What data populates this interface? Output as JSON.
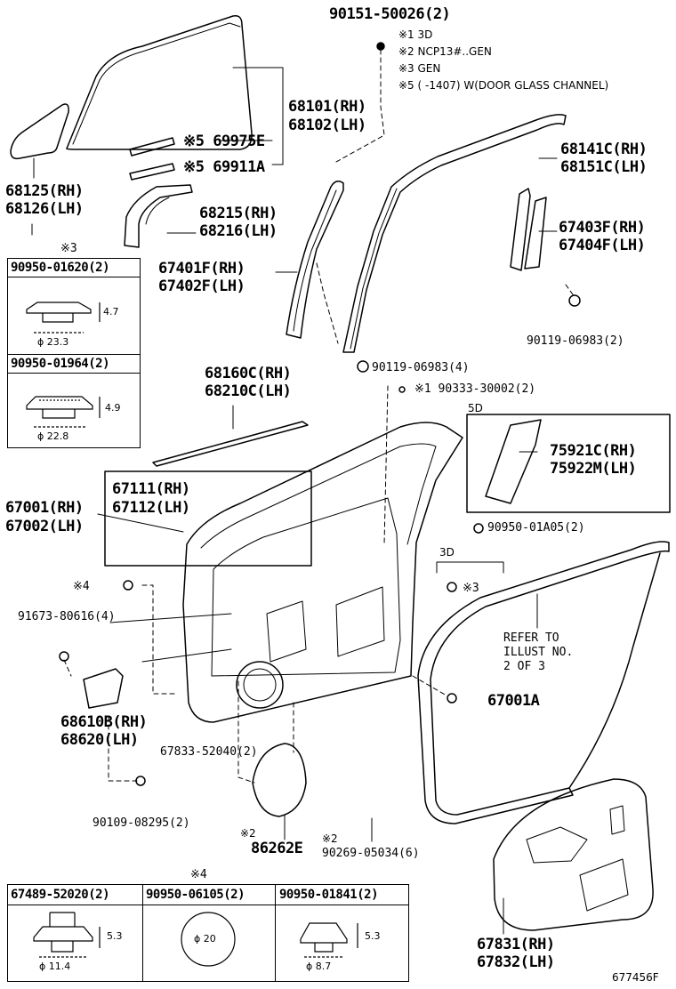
{
  "labels": {
    "p90151": "90151-50026(2)",
    "note1": "※1 3D",
    "note2": "※2 NCP13#..GEN",
    "note3": "※3 GEN",
    "note5": "※5 (      -1407) W(DOOR GLASS CHANNEL)",
    "p68101": "68101(RH)",
    "p68102": "68102(LH)",
    "p69975": "※5 69975E",
    "p69911": "※5 69911A",
    "p68141": "68141C(RH)",
    "p68151": "68151C(LH)",
    "p68125": "68125(RH)",
    "p68126": "68126(LH)",
    "p68215": "68215(RH)",
    "p68216": "68216(LH)",
    "p67403": "67403F(RH)",
    "p67404": "67404F(LH)",
    "p67401": "67401F(RH)",
    "p67402": "67402F(LH)",
    "p90119a": "90119-06983(2)",
    "p90119b": "90119-06983(4)",
    "p90333": "※1 90333-30002(2)",
    "p68160": "68160C(RH)",
    "p68210": "68210C(LH)",
    "tag5d": "5D",
    "p75921": "75921C(RH)",
    "p75922": "75922M(LH)",
    "p67111": "67111(RH)",
    "p67112": "67112(LH)",
    "p67001": "67001(RH)",
    "p67002": "67002(LH)",
    "p90950a05": "90950-01A05(2)",
    "tag3d": "3D",
    "mark3": "※3",
    "mark4": "※4",
    "p91673": "91673-80616(4)",
    "refer1": "REFER TO",
    "refer2": "ILLUST NO.",
    "refer3": "2 OF 3",
    "p68610": "68610B(RH)",
    "p68620": "68620(LH)",
    "p67001a": "67001A",
    "p67833": "67833-52040(2)",
    "p90109": "90109-08295(2)",
    "mark2a": "※2",
    "p86262": "86262E",
    "mark2b": "※2",
    "p90269": "90269-05034(6)",
    "p67831": "67831(RH)",
    "p67832": "67832(LH)",
    "figure_id": "677456F",
    "mark3_box": "※3",
    "mark4_box": "※4"
  },
  "detail_boxes": {
    "b1": {
      "title": "90950-01620(2)",
      "dim_h": "4.7",
      "dim_d": "ϕ 23.3"
    },
    "b2": {
      "title": "90950-01964(2)",
      "dim_h": "4.9",
      "dim_d": "ϕ 22.8"
    },
    "b3": {
      "title": "67489-52020(2)",
      "dim_h": "5.3",
      "dim_d": "ϕ 11.4"
    },
    "b4": {
      "title": "90950-06105(2)",
      "dim_d": "ϕ 20"
    },
    "b5": {
      "title": "90950-01841(2)",
      "dim_h": "5.3",
      "dim_d": "ϕ 8.7"
    }
  }
}
